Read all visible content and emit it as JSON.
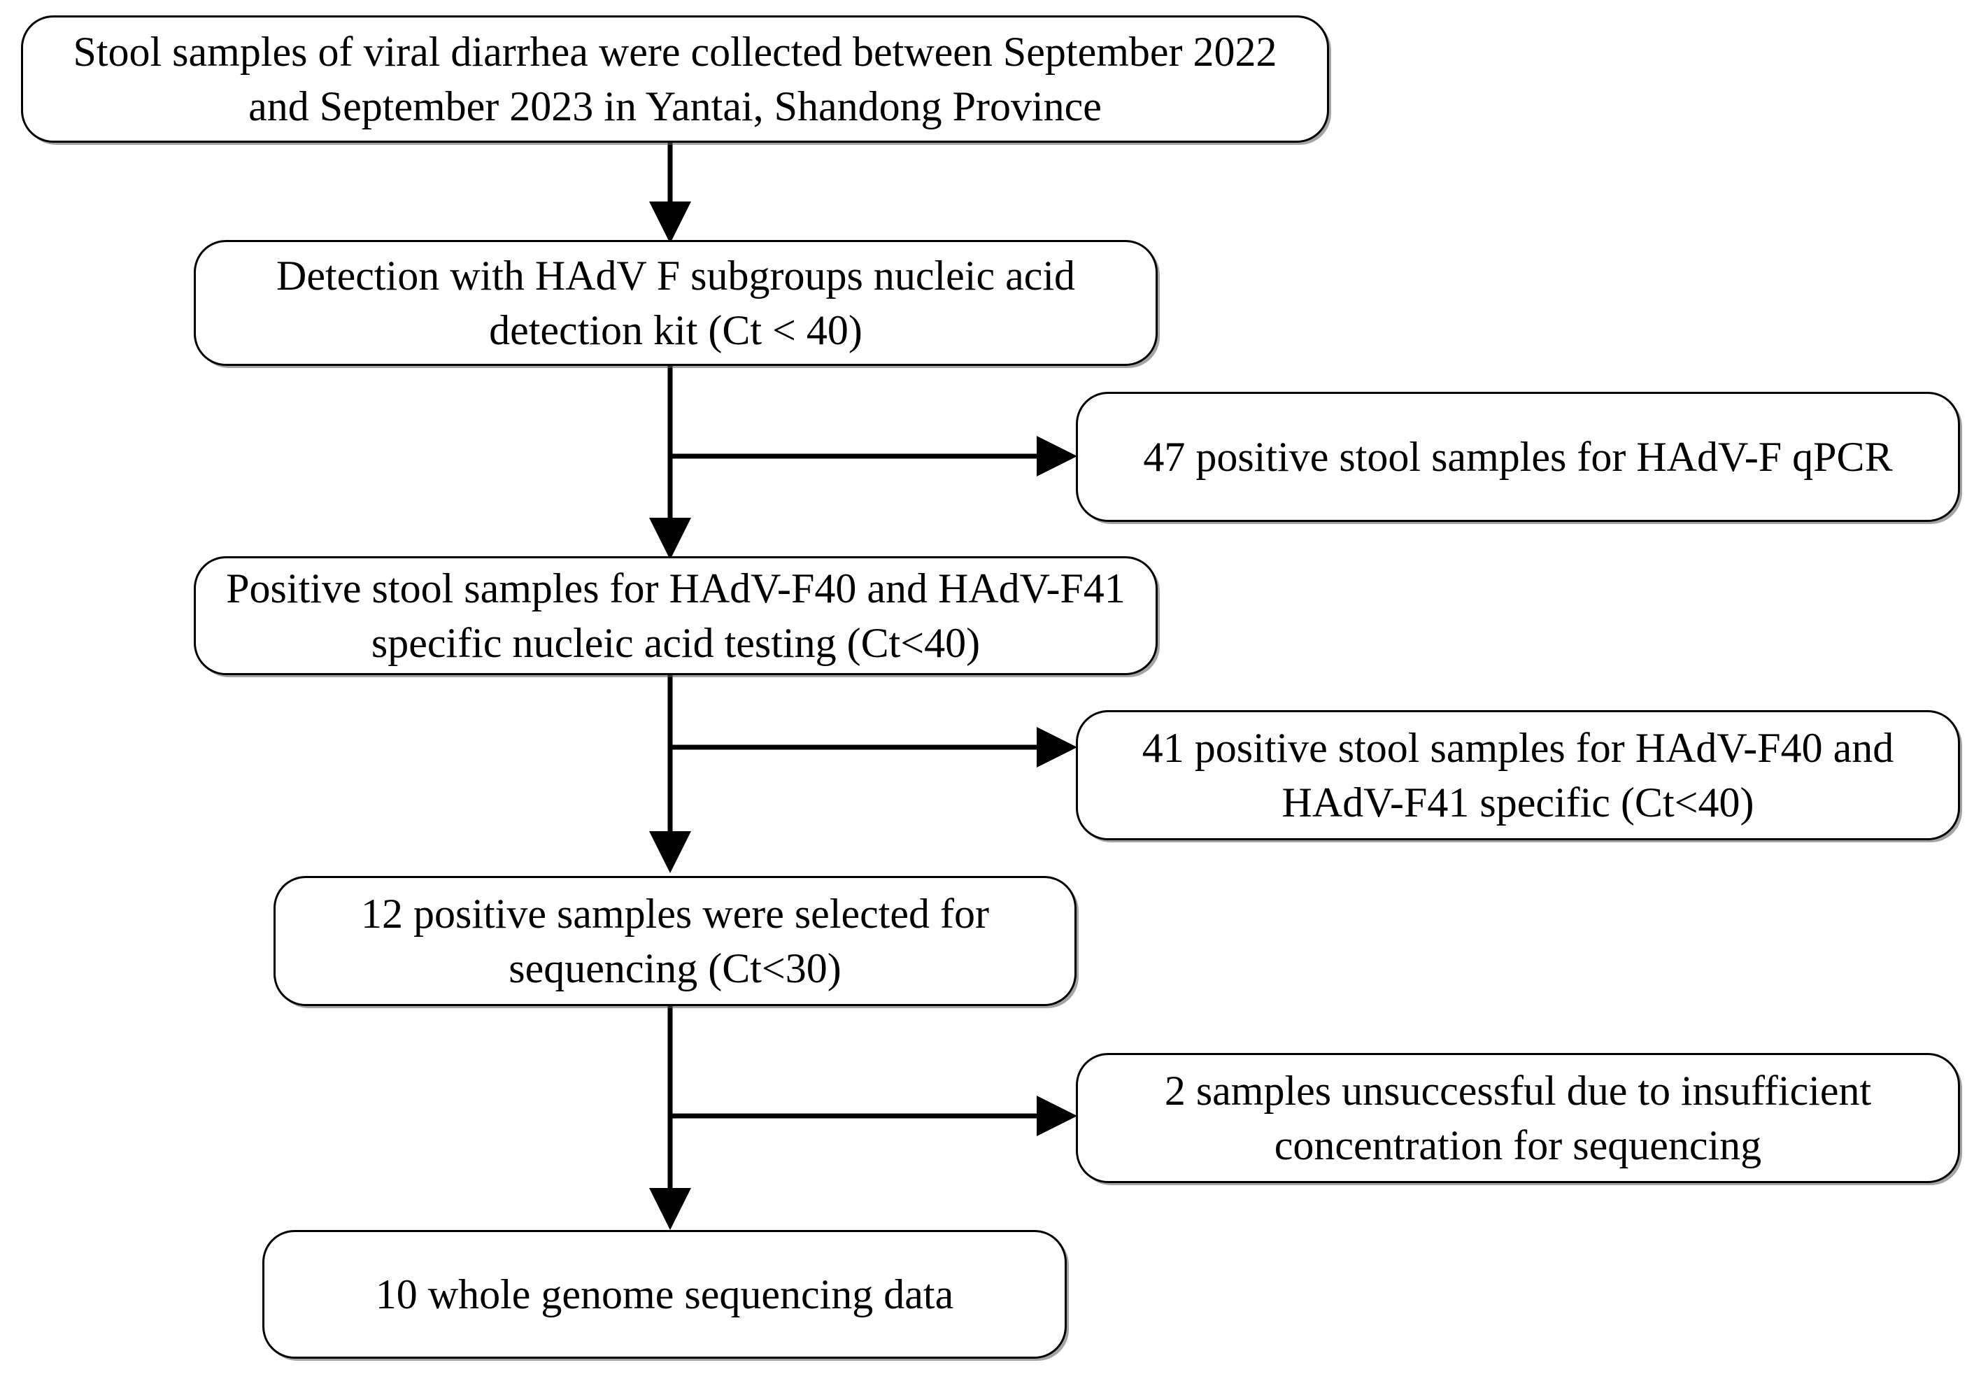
{
  "diagram": {
    "title": "Sample collection and sequencing workflow flowchart",
    "type": "flowchart",
    "colors": {
      "background": "#ffffff",
      "box_border": "#000000",
      "box_fill": "#ffffff",
      "text": "#000000",
      "connector": "#000000"
    },
    "nodes": [
      {
        "id": "collection",
        "text": "Stool samples of viral diarrhea were collected between September 2022 and September 2023 in Yantai, Shandong Province",
        "column": "main"
      },
      {
        "id": "detection-kit",
        "text": "Detection with HAdV F subgroups nucleic acid detection kit  (Ct < 40)",
        "column": "main"
      },
      {
        "id": "qpcr-positive",
        "text": "47 positive stool samples for HAdV-F qPCR",
        "column": "side"
      },
      {
        "id": "f40-f41-testing",
        "text": "Positive stool samples for HAdV-F40 and HAdV-F41 specific nucleic acid testing (Ct<40)",
        "column": "main"
      },
      {
        "id": "f40-f41-positive",
        "text": "41 positive stool samples for HAdV-F40 and HAdV-F41 specific (Ct<40)",
        "column": "side"
      },
      {
        "id": "selected-for-sequencing",
        "text": "12 positive samples were selected for sequencing (Ct<30)",
        "column": "main"
      },
      {
        "id": "unsuccessful-samples",
        "text": "2 samples unsuccessful due to insufficient concentration for sequencing",
        "column": "side"
      },
      {
        "id": "genome-data",
        "text": "10 whole genome sequencing data",
        "column": "main"
      }
    ],
    "edges": [
      {
        "from": "collection",
        "to": "detection-kit",
        "kind": "vertical-arrow"
      },
      {
        "from": "detection-kit",
        "to": "qpcr-positive",
        "kind": "branch-right-arrow"
      },
      {
        "from": "detection-kit",
        "to": "f40-f41-testing",
        "kind": "vertical-arrow"
      },
      {
        "from": "f40-f41-testing",
        "to": "f40-f41-positive",
        "kind": "branch-right-arrow"
      },
      {
        "from": "f40-f41-testing",
        "to": "selected-for-sequencing",
        "kind": "vertical-arrow"
      },
      {
        "from": "selected-for-sequencing",
        "to": "unsuccessful-samples",
        "kind": "branch-right-arrow"
      },
      {
        "from": "selected-for-sequencing",
        "to": "genome-data",
        "kind": "vertical-arrow"
      }
    ]
  }
}
